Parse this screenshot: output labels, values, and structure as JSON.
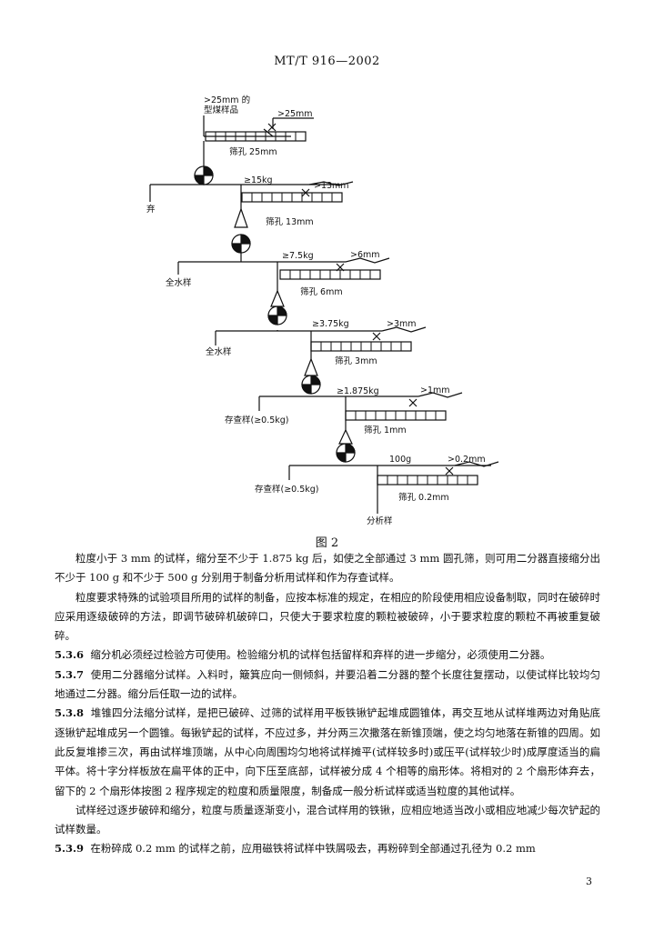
{
  "header": "MT/T 916—2002",
  "figure": {
    "caption": "图 2",
    "labels": {
      "input_size": ">25mm 的",
      "input_type": "型煤样品",
      "oversize_1": ">25mm",
      "sieve_1": "筛孔 25mm",
      "mass_2": "≥15kg",
      "oversize_2": ">13mm",
      "discard_1": "弃",
      "sieve_2": "筛孔 13mm",
      "mass_3": "≥7.5kg",
      "oversize_3": ">6mm",
      "moisture_1": "全水样",
      "sieve_3": "筛孔 6mm",
      "mass_4": "≥3.75kg",
      "oversize_4": ">3mm",
      "moisture_2": "全水样",
      "sieve_4": "筛孔 3mm",
      "mass_5": "≥1.875kg",
      "oversize_5": ">1mm",
      "reserve_1": "存查样(≥0.5kg)",
      "sieve_5": "筛孔 1mm",
      "mass_6": "100g",
      "oversize_6": ">0.2mm",
      "reserve_2": "存查样(≥0.5kg)",
      "sieve_6": "筛孔 0.2mm",
      "analysis": "分析样"
    }
  },
  "paragraphs": [
    {
      "id": "p1",
      "sec": "",
      "text": "粒度小于 3 mm 的试样，缩分至不少于 1.875 kg 后，如使之全部通过 3 mm 圆孔筛，则可用二分器直接缩分出不少于 100 g 和不少于 500 g 分别用于制备分析用试样和作为存查试样。"
    },
    {
      "id": "p2",
      "sec": "",
      "text": "粒度要求特殊的试验项目所用的试样的制备，应按本标准的规定，在相应的阶段使用相应设备制取，同时在破碎时应采用逐级破碎的方法，即调节破碎机破碎口，只使大于要求粒度的颗粒被破碎，小于要求粒度的颗粒不再被重复破碎。"
    },
    {
      "id": "p3",
      "sec": "5.3.6",
      "text": "缩分机必须经过检验方可使用。检验缩分机的试样包括留样和弃样的进一步缩分，必须使用二分器。"
    },
    {
      "id": "p4",
      "sec": "5.3.7",
      "text": "使用二分器缩分试样。入料时，簸箕应向一侧倾斜，并要沿着二分器的整个长度往复摆动，以使试样比较均匀地通过二分器。缩分后任取一边的试样。"
    },
    {
      "id": "p5",
      "sec": "5.3.8",
      "text": "堆锥四分法缩分试样，是把已破碎、过筛的试样用平板铁锹铲起堆成圆锥体，再交互地从试样堆两边对角贴底逐锹铲起堆成另一个圆锥。每锹铲起的试样，不应过多，并分两三次撒落在新锥顶端，使之均匀地落在新锥的四周。如此反复堆掺三次，再由试样堆顶端，从中心向周围均匀地将试样摊平(试样较多时)或压平(试样较少时)成厚度适当的扁平体。将十字分样板放在扁平体的正中，向下压至底部，试样被分成 4 个相等的扇形体。将相对的 2 个扇形体弃去，留下的 2 个扇形体按图 2 程序规定的粒度和质量限度，制备成一般分析试样或适当粒度的其他试样。"
    },
    {
      "id": "p6",
      "sec": "",
      "text": "试样经过逐步破碎和缩分，粒度与质量逐渐变小，混合试样用的铁锹，应相应地适当改小或相应地减少每次铲起的试样数量。"
    },
    {
      "id": "p7",
      "sec": "5.3.9",
      "text": "在粉碎成 0.2 mm 的试样之前，应用磁铁将试样中铁屑吸去，再粉碎到全部通过孔径为 0.2 mm"
    }
  ],
  "page_number": "3"
}
